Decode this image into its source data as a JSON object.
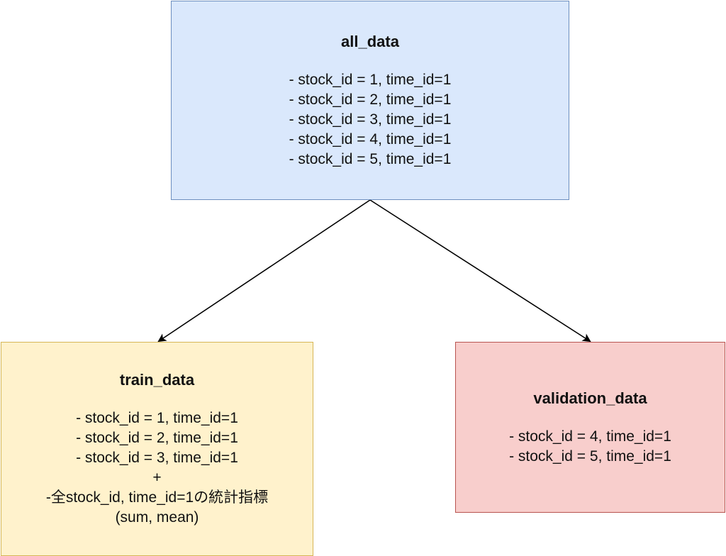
{
  "nodes": {
    "all_data": {
      "title": "all_data",
      "lines": [
        "- stock_id = 1, time_id=1",
        "- stock_id = 2, time_id=1",
        "- stock_id = 3, time_id=1",
        "- stock_id = 4, time_id=1",
        "- stock_id = 5, time_id=1"
      ],
      "fill": "#dae8fc",
      "stroke": "#6c8ebf"
    },
    "train_data": {
      "title": "train_data",
      "lines": [
        "- stock_id = 1, time_id=1",
        "- stock_id = 2, time_id=1",
        "- stock_id = 3, time_id=1",
        "+",
        "-全stock_id, time_id=1の統計指標",
        "(sum, mean)"
      ],
      "fill": "#fff2cc",
      "stroke": "#d6b656"
    },
    "validation_data": {
      "title": "validation_data",
      "lines": [
        "- stock_id = 4, time_id=1",
        "- stock_id = 5, time_id=1"
      ],
      "fill": "#f8cecc",
      "stroke": "#b85450"
    }
  },
  "edges": [
    {
      "from": "all_data",
      "to": "train_data"
    },
    {
      "from": "all_data",
      "to": "validation_data"
    }
  ]
}
